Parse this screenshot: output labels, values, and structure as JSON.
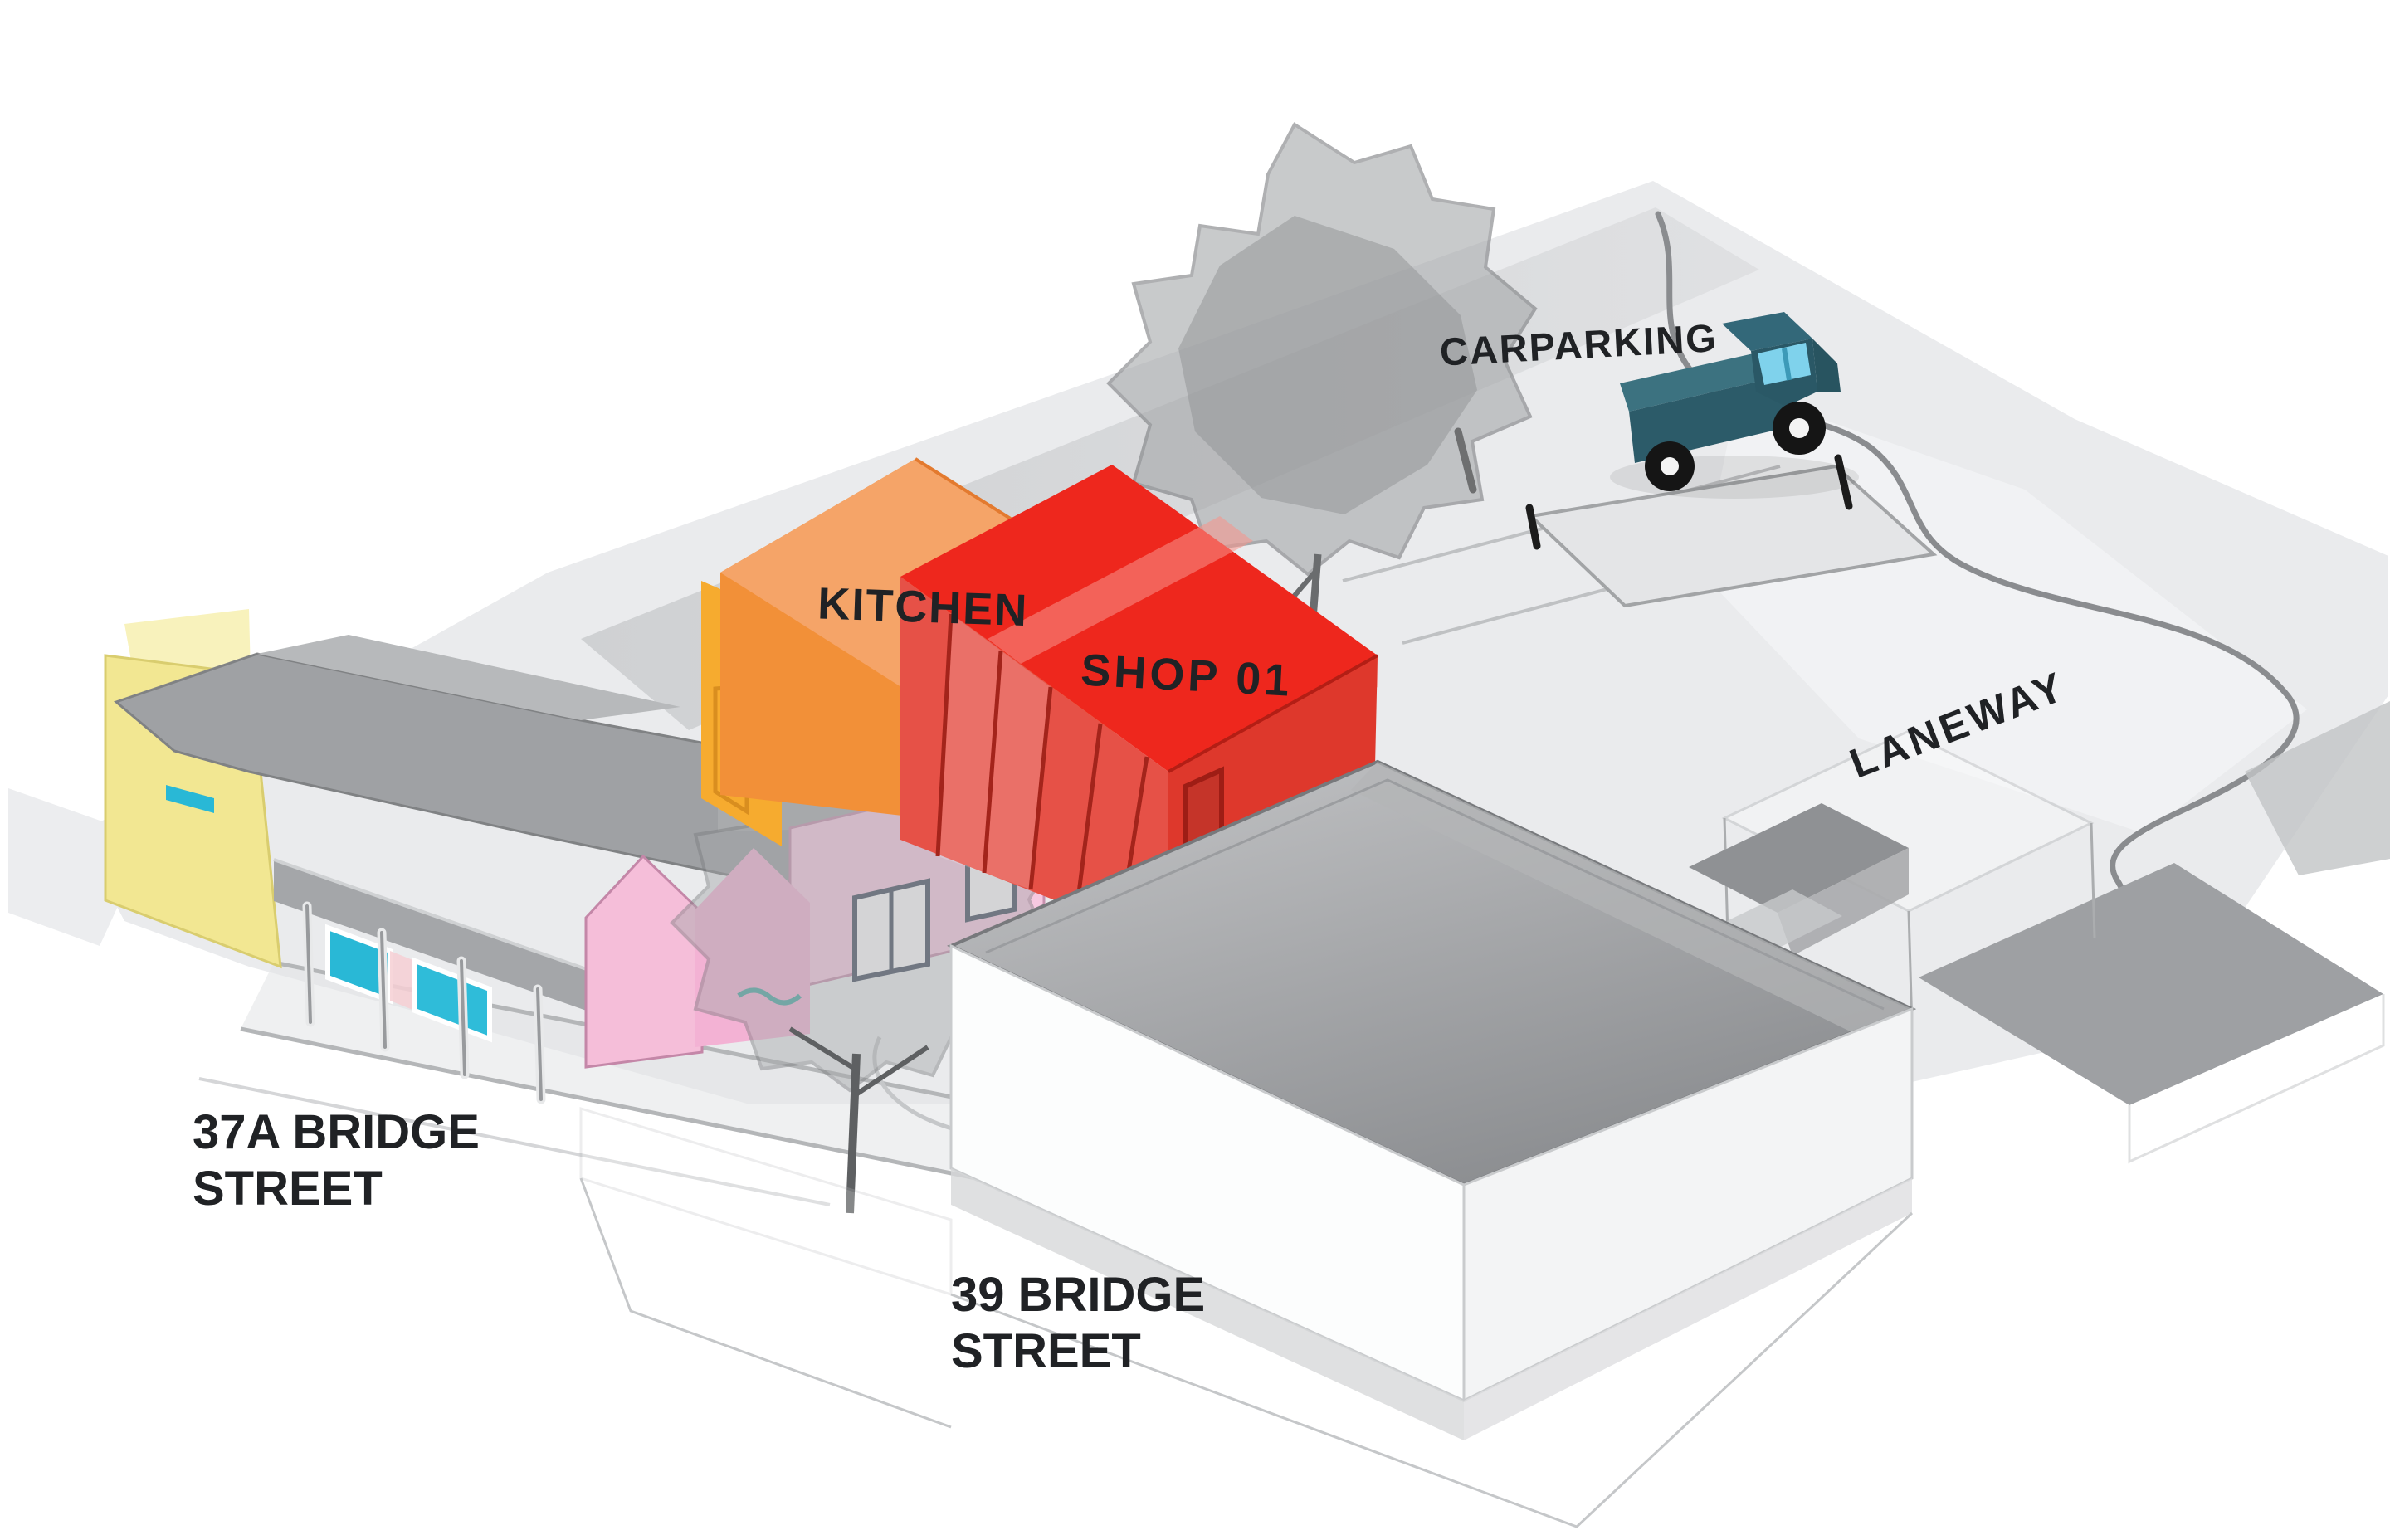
{
  "labels": {
    "carparking": "CARPARKING",
    "laneway": "LANEWAY",
    "kitchen": "KITCHEN",
    "shop": "SHOP 01",
    "address_37a": {
      "line1": "37A BRIDGE",
      "line2": "STREET"
    },
    "address_39": {
      "line1": "39 BRIDGE",
      "line2": "STREET"
    }
  },
  "colors": {
    "kitchen_orange": "#F29038",
    "kitchen_roof_orange": "#F5A468",
    "kitchen_wall_amber": "#F6AB2F",
    "shop_red": "#EE271D",
    "shop_glazing_red": "#E65147",
    "shop_door_wall_red": "#DE382C",
    "cottage_pink": "#F7C8E0",
    "gable_pink": "#F5BED9",
    "wall_yellow": "#F2E792",
    "roof_gray": "#9FA1A4",
    "ground_gray": "#EAEBED",
    "truck_teal": "#2C5B69",
    "truck_glass_blue": "#7FD2EC",
    "window_cyan": "#29B8D6",
    "label_dark": "#202225"
  },
  "scene_parts": [
    "ground plane",
    "carpark with parking bay",
    "laneway boundary line",
    "two translucent trees",
    "teal pickup truck",
    "37A Bridge Street buildings (yellow block, gray roofs, pink cottage with veranda)",
    "orange KITCHEN block",
    "red SHOP 01 block",
    "39 Bridge Street building (white walls, gray hip roof, ghost massing volumes)"
  ]
}
